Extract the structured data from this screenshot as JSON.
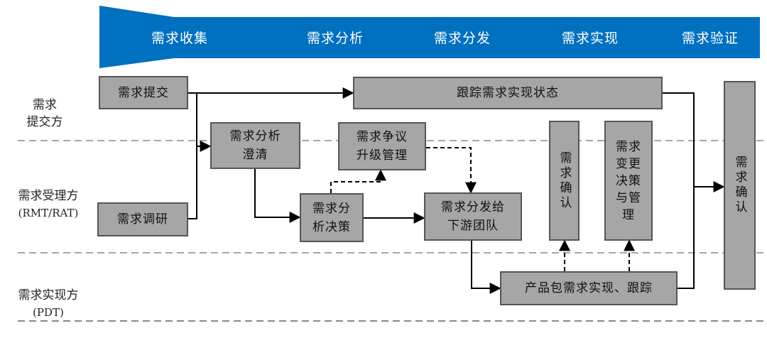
{
  "stages": [
    "需求收集",
    "需求分析",
    "需求分发",
    "需求实现",
    "需求验证"
  ],
  "lanes": [
    {
      "name": "需求\n提交方",
      "sub": ""
    },
    {
      "name": "需求受理方",
      "sub": "(RMT/RAT)"
    },
    {
      "name": "需求实现方",
      "sub": "(PDT)"
    }
  ],
  "boxes": {
    "submit": "需求提交",
    "track_status": "跟踪需求实现状态",
    "research": "需求调研",
    "clarify": "需求分析\n澄清",
    "dispute": "需求争议\n升级管理",
    "decision": "需求分\n析决策",
    "distribute": "需求分发给\n下游团队",
    "confirm": "需求确认",
    "change": "需求\n变更\n决策\n与管\n理",
    "final_confirm": "需求确认",
    "implement": "产品包需求实现、跟踪"
  },
  "colors": {
    "banner_blue": "#0070c0",
    "box_fill": "#a6a6a6",
    "box_border": "#555555"
  }
}
